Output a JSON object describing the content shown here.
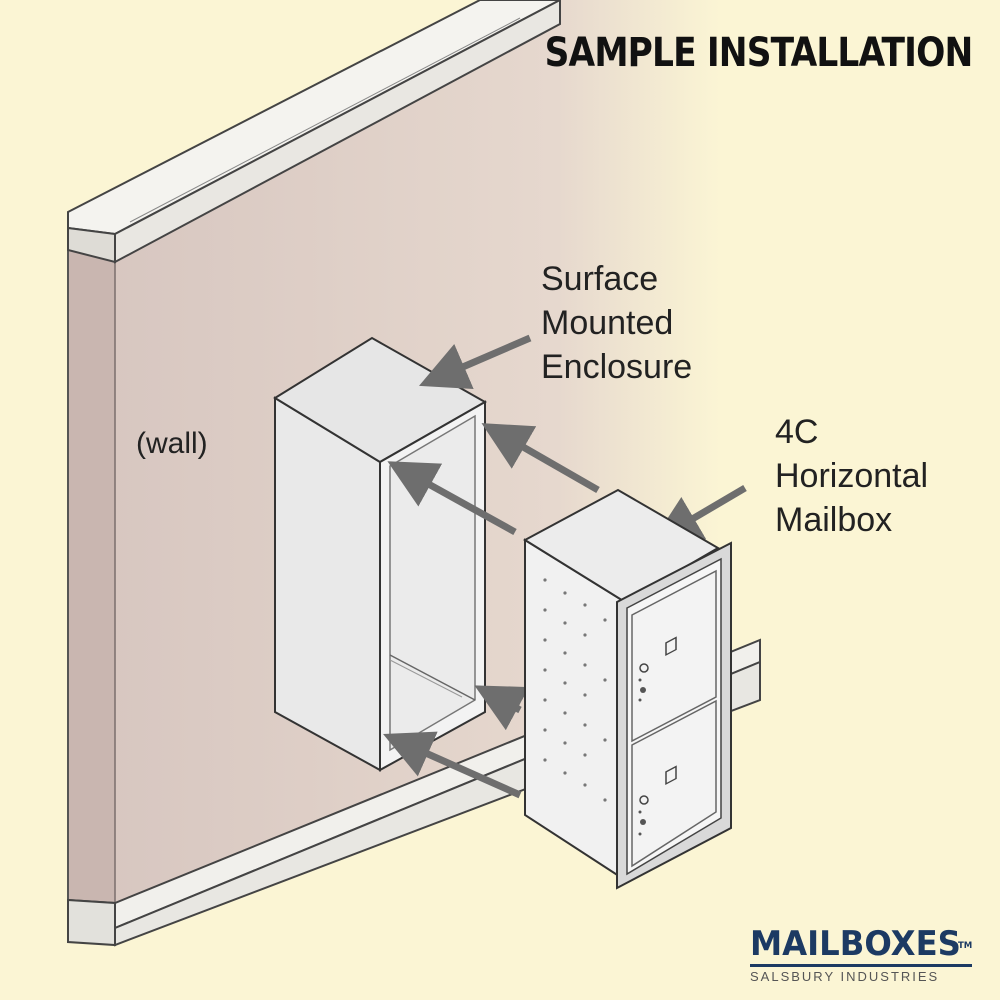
{
  "title": "SAMPLE INSTALLATION",
  "labels": {
    "enclosure": [
      "Surface",
      "Mounted",
      "Enclosure"
    ],
    "mailbox": [
      "4C",
      "Horizontal",
      "Mailbox"
    ],
    "wall": "(wall)"
  },
  "logo": {
    "name": "MAILBOXES",
    "trademark": "TM",
    "tagline": "SALSBURY INDUSTRIES"
  },
  "colors": {
    "background": "#fbf5d4",
    "wall": "#d8c6c0",
    "arrow": "#6e6e6e",
    "brand": "#1c3a63"
  }
}
